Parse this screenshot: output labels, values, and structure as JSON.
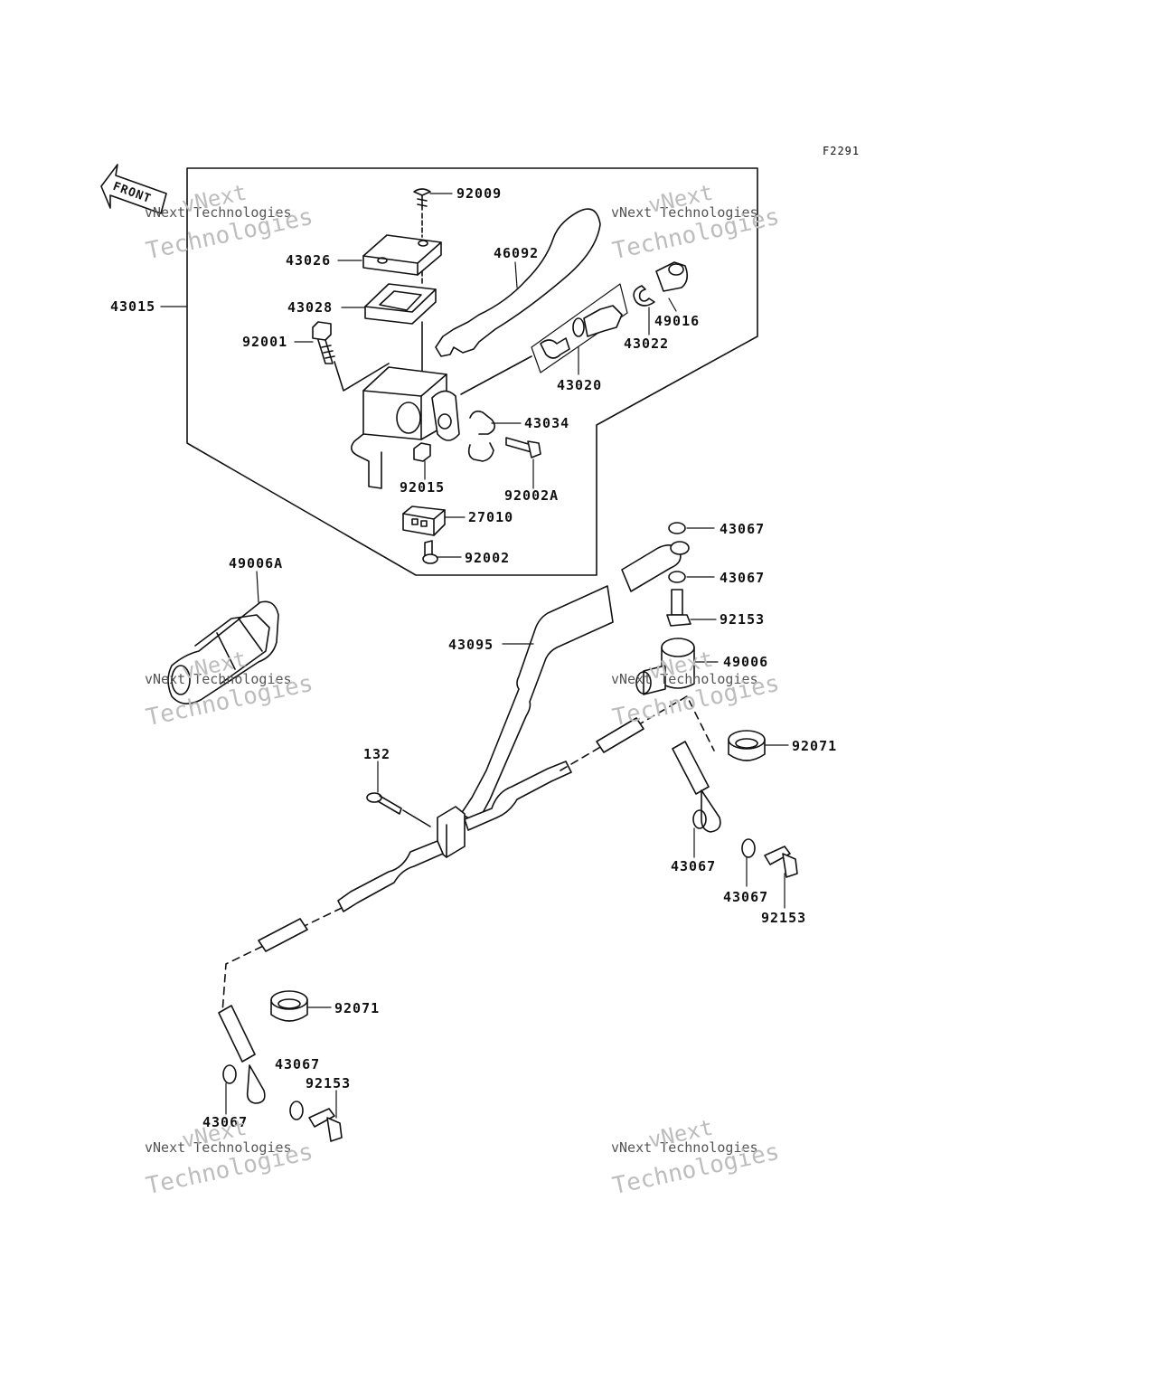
{
  "diagram_code": "F2291",
  "front_label": "FRONT",
  "watermark": {
    "line1": "vNext",
    "line2": "vNext Technologies",
    "line3": "Technologies"
  },
  "parts": {
    "p92009": "92009",
    "p43026": "43026",
    "p43028": "43028",
    "p43015": "43015",
    "p92001": "92001",
    "p46092": "46092",
    "p49016": "49016",
    "p43022": "43022",
    "p43020": "43020",
    "p43034": "43034",
    "p92015": "92015",
    "p92002A": "92002A",
    "p27010": "27010",
    "p92002": "92002",
    "p43067_a": "43067",
    "p43067_b": "43067",
    "p92153_a": "92153",
    "p49006A": "49006A",
    "p43095": "43095",
    "p49006": "49006",
    "p92071_a": "92071",
    "p132": "132",
    "p43067_c": "43067",
    "p43067_d": "43067",
    "p92153_b": "92153",
    "p92071_b": "92071",
    "p43067_e": "43067",
    "p92153_c": "92153",
    "p43067_f": "43067"
  }
}
